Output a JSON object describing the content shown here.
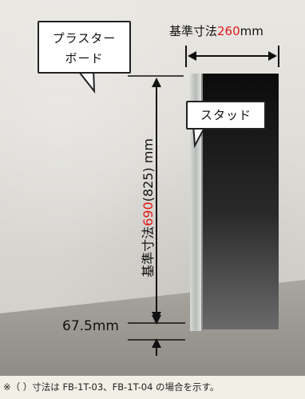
{
  "callouts": {
    "board_line1": "プラスター",
    "board_line2": "ボード",
    "stud": "スタッド"
  },
  "dimensions": {
    "width_prefix": "基準寸法",
    "width_value": "260",
    "width_unit": "mm",
    "height_prefix": "基準寸法",
    "height_value": "690",
    "height_suffix": "(825)",
    "height_unit": "mm",
    "offset": "67.5mm"
  },
  "note": "※（ ）寸法は FB-1T-03、FB-1T-04 の場合を示す。",
  "colors": {
    "highlight": "#e21919",
    "line": "#111111"
  }
}
